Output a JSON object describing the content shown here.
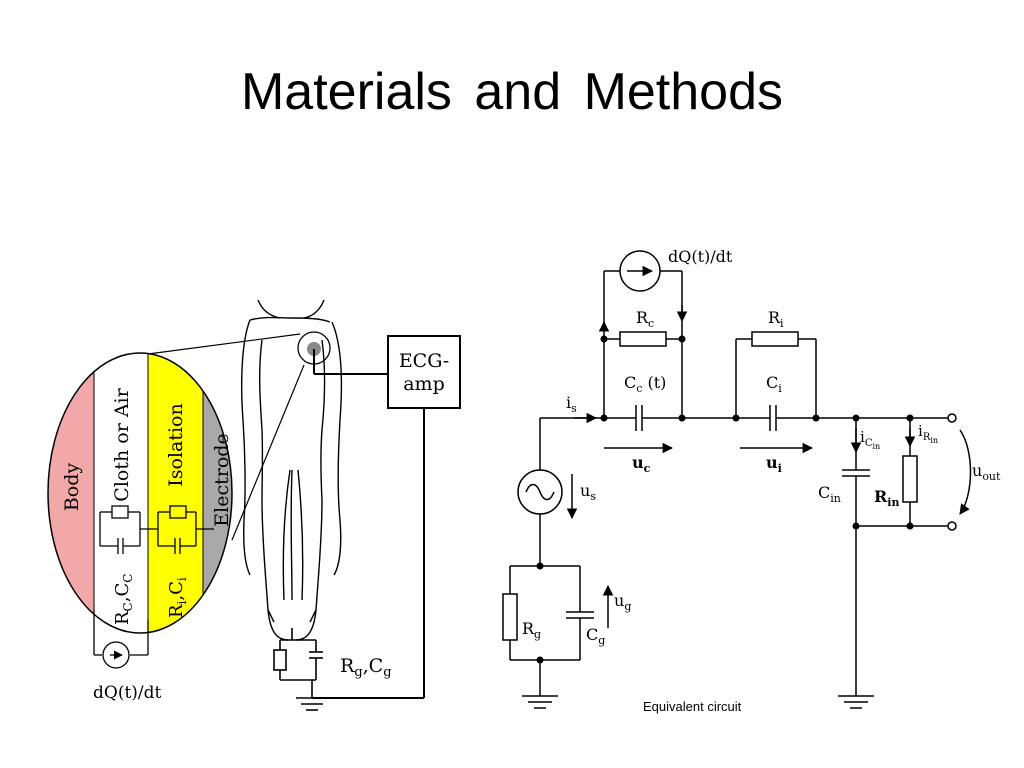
{
  "slide": {
    "title": "Materials  and  Methods",
    "caption": "Equivalent circuit"
  },
  "left_figure": {
    "layers": [
      {
        "label": "Body",
        "color": "#f2a7a9"
      },
      {
        "label": "Cloth or Air",
        "color": "#ffffff"
      },
      {
        "label": "Isolation",
        "color": "#ffff00"
      },
      {
        "label": "Electrode",
        "color": "#a8a8a8"
      }
    ],
    "rc_cloth": "R_c,C_c",
    "rc_isolation": "R_i,C_i",
    "ecg_amp": [
      "ECG-",
      "amp"
    ],
    "current_source": "dQ(t)/dt",
    "ground_rc": "Rg,Cg"
  },
  "right_figure": {
    "current_source": "dQ(t)/dt",
    "Rc": {
      "main": "R",
      "sub": "c"
    },
    "Ri": {
      "main": "R",
      "sub": "i"
    },
    "Cc": {
      "main": "C",
      "sub": "c",
      "suffix": " (t)"
    },
    "Ci": {
      "main": "C",
      "sub": "i"
    },
    "is": {
      "main": "i",
      "sub": "s"
    },
    "uc": {
      "main": "u",
      "sub": "c"
    },
    "ui": {
      "main": "u",
      "sub": "i"
    },
    "us": {
      "main": "u",
      "sub": "s"
    },
    "ug": {
      "main": "u",
      "sub": "g"
    },
    "Rg": {
      "main": "R",
      "sub": "g"
    },
    "Cg": {
      "main": "C",
      "sub": "g"
    },
    "iCin": {
      "main": "i",
      "sub": "C",
      "subsub": "in"
    },
    "iRin": {
      "main": "i",
      "sub": "R",
      "subsub": "in"
    },
    "Cin": {
      "main": "C",
      "sub": "in"
    },
    "Rin": {
      "main": "R",
      "sub": "in"
    },
    "uout": {
      "main": "u",
      "sub": "out"
    }
  }
}
